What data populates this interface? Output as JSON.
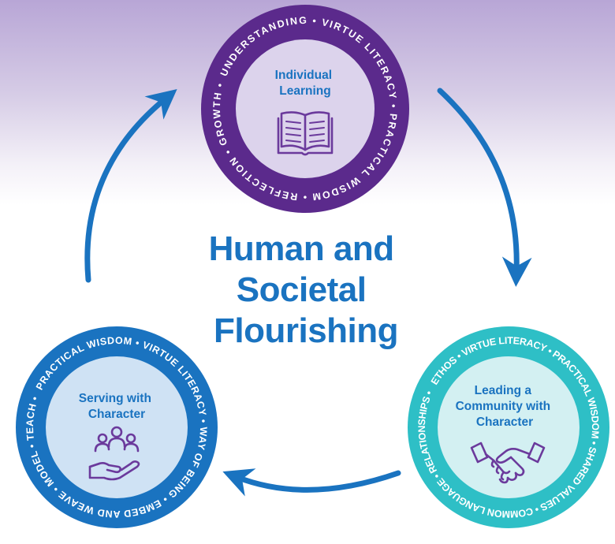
{
  "title": {
    "lines": [
      "Human and",
      "Societal",
      "Flourishing"
    ]
  },
  "colors": {
    "title": "#1a73c0",
    "arrow": "#1a73c0",
    "purple_ring": "#5b2a8c",
    "purple_inner": "#dcd3ec",
    "blue_ring": "#1a73c0",
    "blue_inner": "#cfe2f4",
    "teal_ring": "#2ebfc6",
    "teal_inner": "#d3f0f2",
    "icon_purple": "#6b3a9c"
  },
  "cycle": [
    {
      "id": "individual",
      "inner_title": [
        "Individual",
        "Learning"
      ],
      "ring_text": "UNDERSTANDING  •  VIRTUE LITERACY  •  PRACTICAL WISDOM  •  REFLECTION  •  GROWTH  •",
      "icon": "open-book-icon"
    },
    {
      "id": "community",
      "inner_title": [
        "Leading a",
        "Community with",
        "Character"
      ],
      "ring_text": "ETHOS  •  VIRTUE LITERACY  •  PRACTICAL WISDOM  •  SHARED VALUES  •  COMMON LANGUAGE  •  RELATIONSHIPS  •",
      "icon": "handshake-icon"
    },
    {
      "id": "serving",
      "inner_title": [
        "Serving with",
        "Character"
      ],
      "ring_text": "PRACTICAL WISDOM  •  VIRTUE LITERACY  •  WAY OF BEING  •  EMBED AND WEAVE  •  MODEL  •  TEACH  •",
      "icon": "people-in-hand-icon"
    }
  ]
}
